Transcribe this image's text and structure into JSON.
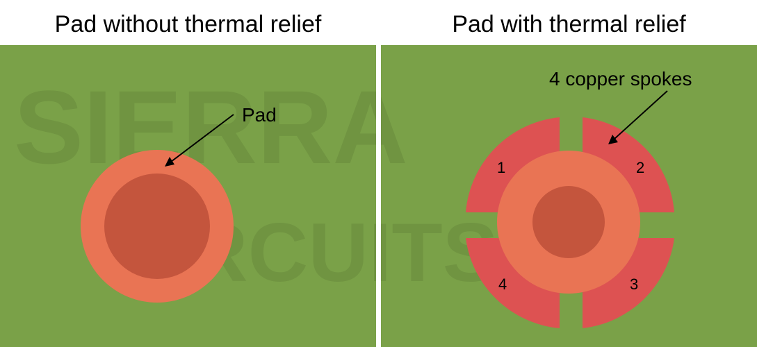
{
  "left_panel": {
    "title": "Pad without thermal relief",
    "callout": "Pad"
  },
  "right_panel": {
    "title": "Pad with thermal relief",
    "callout": "4 copper spokes",
    "segments": [
      "1",
      "2",
      "3",
      "4"
    ]
  },
  "watermark": {
    "line1": "SIERRA",
    "line2": "CIRCUITS"
  },
  "colors": {
    "board_green": "#7aa148",
    "pad_outer": "#e97454",
    "pad_inner": "#c4553d",
    "relief_red": "#dd5252",
    "divider": "#ffffff"
  }
}
